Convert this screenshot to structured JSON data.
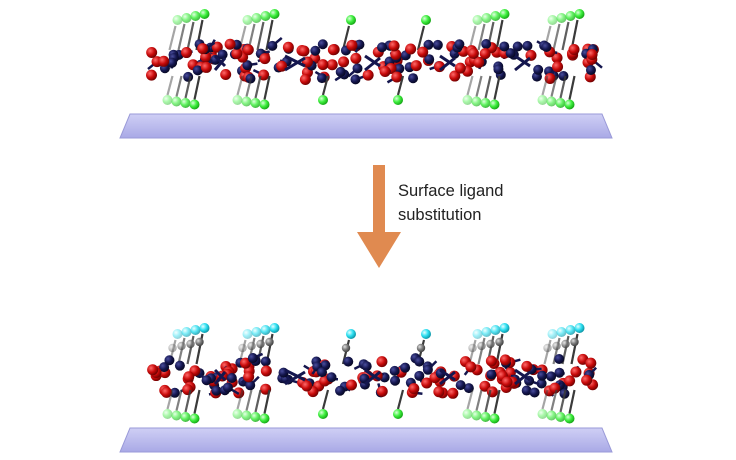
{
  "process_label": {
    "line1": "Surface ligand",
    "line2": "substitution"
  },
  "colors": {
    "slab_fill": "#b9b9ef",
    "slab_edge": "#9a9ad8",
    "metal_atom": "#14164e",
    "oxygen_atom": "#c80a0a",
    "ligand_green": "#3ff03f",
    "ligand_cyan": "#2ee0f2",
    "ligand_gray": "#7b7b7b",
    "arrow": "#e08a50"
  },
  "structures": [
    {
      "id": "before",
      "ligand_type": "halide"
    },
    {
      "id": "after",
      "ligand_type": "substituted"
    }
  ]
}
